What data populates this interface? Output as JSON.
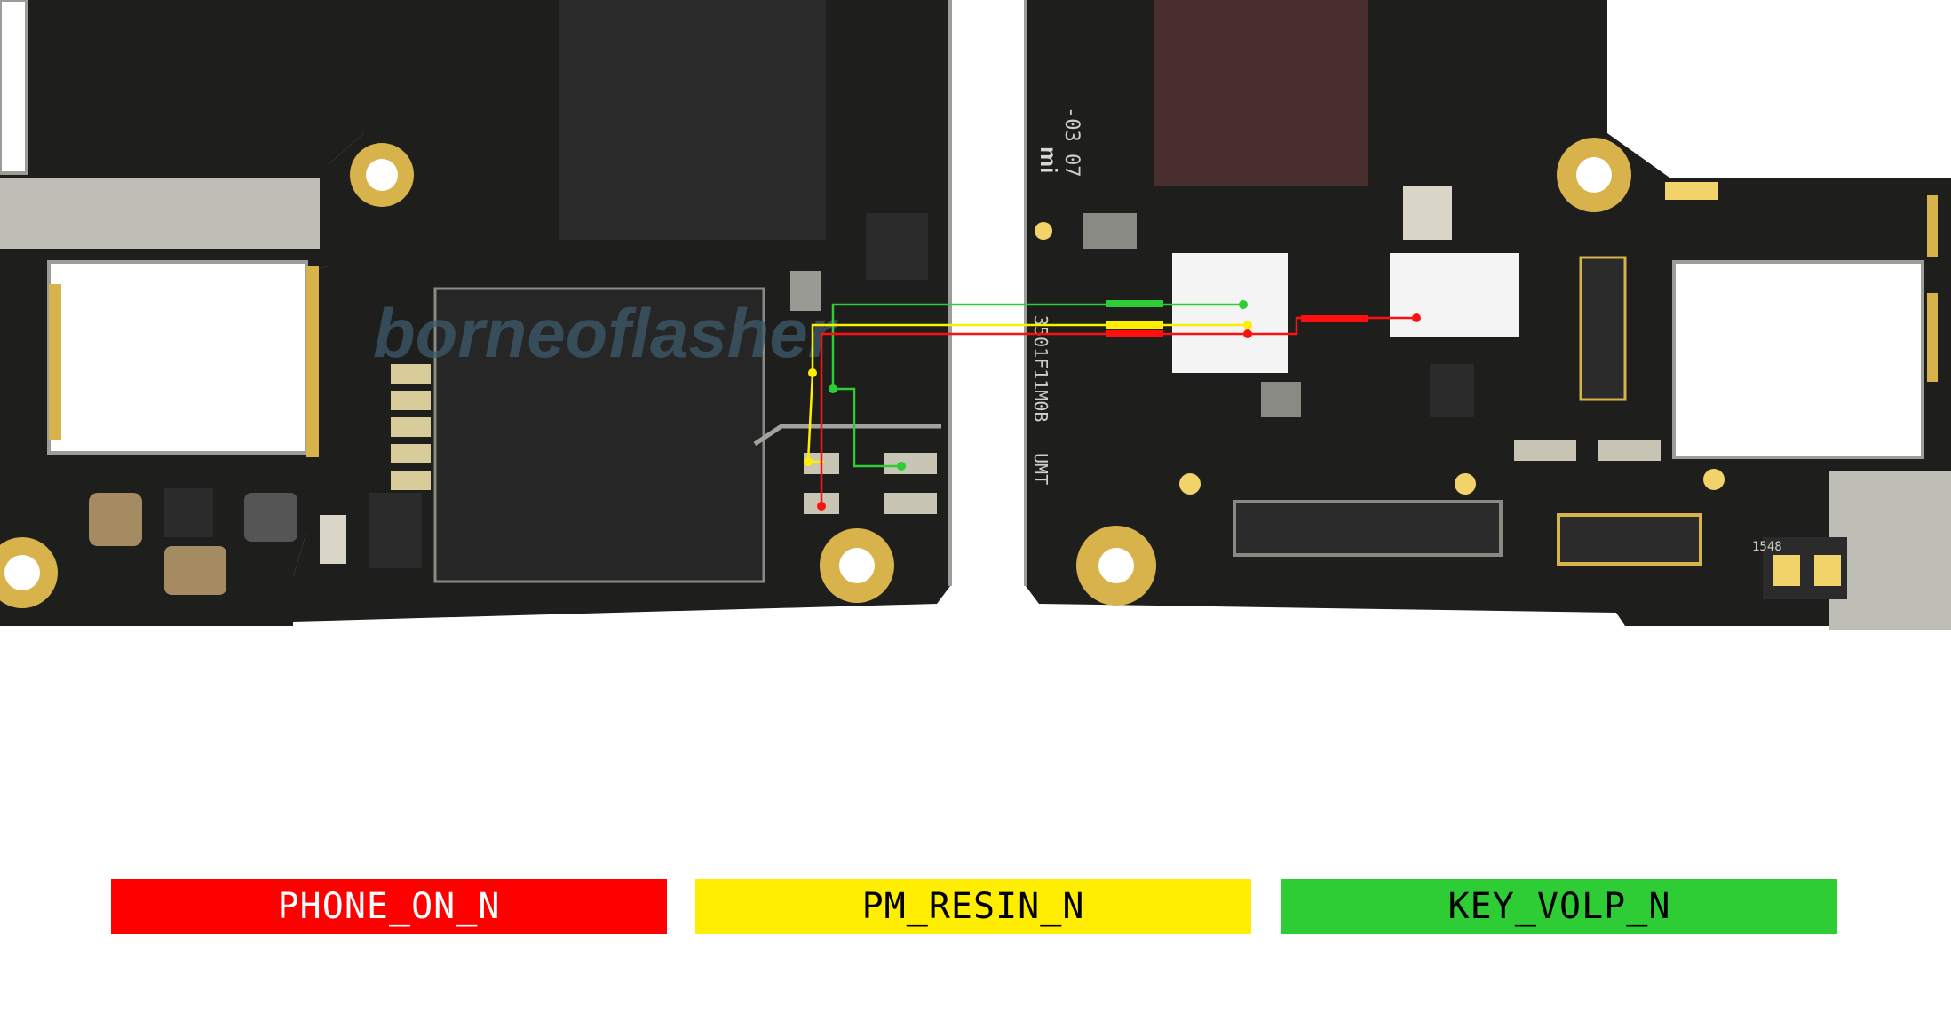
{
  "legend": [
    {
      "label": "PHONE_ON_N",
      "color": "#ff0000",
      "text_color": "#ffffff"
    },
    {
      "label": "PM_RESIN_N",
      "color": "#ffee00",
      "text_color": "#000000"
    },
    {
      "label": "KEY_VOLP_N",
      "color": "#2ecc35",
      "text_color": "#000000"
    }
  ],
  "board": {
    "silkscreen_left": "borneoflasher",
    "silkscreen_vertical": "3501F11M0B",
    "silkscreen_umt": "UMT",
    "silkscreen_code": "-03 07",
    "silkscreen_brand": "mi",
    "silkscreen_small": "1548",
    "colors": {
      "pcb": "#1e1f1d",
      "pad_gold": "#d8b24a",
      "shield": "#bdbdb6",
      "ic_dark": "#2a2a2a",
      "bga_white": "#f4f4f4"
    }
  },
  "traces": {
    "phone_on": "#ff1010",
    "resin": "#ffee00",
    "volp": "#2ecc35"
  }
}
